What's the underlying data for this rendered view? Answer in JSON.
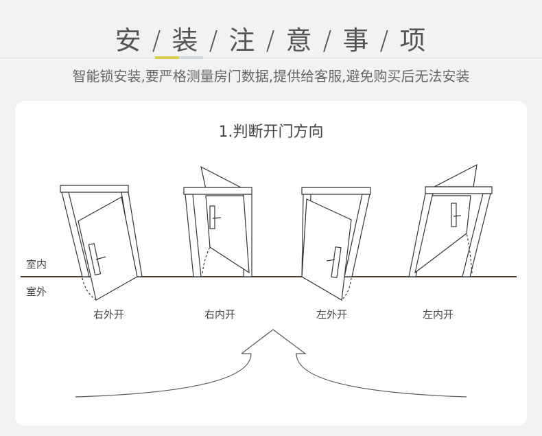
{
  "header": {
    "title": "安 / 装 / 注 / 意 / 事 / 项",
    "subtitle": "智能锁安装,要严格测量房门数据,提供给客服,避免购买后无法安装",
    "accent_color": "#d9cd4f"
  },
  "section": {
    "heading": "1.判断开门方向",
    "indoor_label": "室内",
    "outdoor_label": "室外",
    "doors": [
      {
        "label": "右外开"
      },
      {
        "label": "右内开"
      },
      {
        "label": "左外开"
      },
      {
        "label": "左内开"
      }
    ]
  }
}
